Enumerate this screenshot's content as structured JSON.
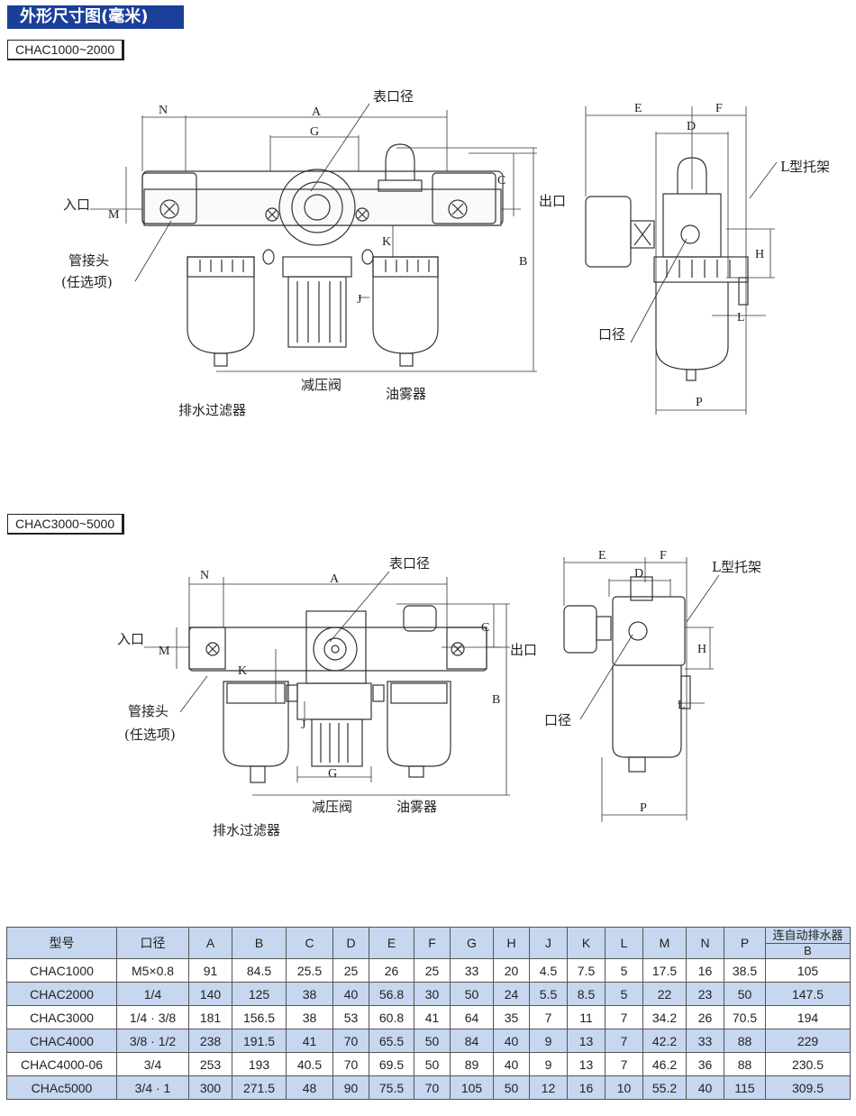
{
  "header": {
    "title": "外形尺寸图(毫米)"
  },
  "sections": [
    {
      "series_label": "CHAC1000~2000",
      "front_labels": {
        "gauge_port": "表口径",
        "inlet": "入口",
        "outlet": "出口",
        "fitting_line1": "管接头",
        "fitting_line2": "(任选项)",
        "regulator": "减压阀",
        "lubricator": "油雾器",
        "drain_filter": "排水过滤器"
      },
      "front_dims": {
        "N": "N",
        "A": "A",
        "G": "G",
        "C": "C",
        "B": "B",
        "M": "M",
        "K": "K",
        "J": "J"
      },
      "side_labels": {
        "bracket": "L型托架",
        "port": "口径"
      },
      "side_dims": {
        "E": "E",
        "F": "F",
        "D": "D",
        "H": "H",
        "L": "L",
        "P": "P"
      }
    },
    {
      "series_label": "CHAC3000~5000",
      "front_labels": {
        "gauge_port": "表口径",
        "inlet": "入口",
        "outlet": "出口",
        "fitting_line1": "管接头",
        "fitting_line2": "(任选项)",
        "regulator": "减压阀",
        "lubricator": "油雾器",
        "drain_filter": "排水过滤器"
      },
      "front_dims": {
        "N": "N",
        "A": "A",
        "G": "G",
        "C": "C",
        "B": "B",
        "M": "M",
        "K": "K",
        "J": "J"
      },
      "side_labels": {
        "bracket": "L型托架",
        "port": "口径"
      },
      "side_dims": {
        "E": "E",
        "F": "F",
        "D": "D",
        "H": "H",
        "L": "L",
        "P": "P"
      }
    }
  ],
  "table": {
    "headers": [
      "型号",
      "口径",
      "A",
      "B",
      "C",
      "D",
      "E",
      "F",
      "G",
      "H",
      "J",
      "K",
      "L",
      "M",
      "N",
      "P"
    ],
    "auto_drain_header": "连自动排水器",
    "auto_drain_sub": "B",
    "rows": [
      [
        "CHAC1000",
        "M5×0.8",
        "91",
        "84.5",
        "25.5",
        "25",
        "26",
        "25",
        "33",
        "20",
        "4.5",
        "7.5",
        "5",
        "17.5",
        "16",
        "38.5",
        "105"
      ],
      [
        "CHAC2000",
        "1/4",
        "140",
        "125",
        "38",
        "40",
        "56.8",
        "30",
        "50",
        "24",
        "5.5",
        "8.5",
        "5",
        "22",
        "23",
        "50",
        "147.5"
      ],
      [
        "CHAC3000",
        "1/4 · 3/8",
        "181",
        "156.5",
        "38",
        "53",
        "60.8",
        "41",
        "64",
        "35",
        "7",
        "11",
        "7",
        "34.2",
        "26",
        "70.5",
        "194"
      ],
      [
        "CHAC4000",
        "3/8 · 1/2",
        "238",
        "191.5",
        "41",
        "70",
        "65.5",
        "50",
        "84",
        "40",
        "9",
        "13",
        "7",
        "42.2",
        "33",
        "88",
        "229"
      ],
      [
        "CHAC4000-06",
        "3/4",
        "253",
        "193",
        "40.5",
        "70",
        "69.5",
        "50",
        "89",
        "40",
        "9",
        "13",
        "7",
        "46.2",
        "36",
        "88",
        "230.5"
      ],
      [
        "CHAc5000",
        "3/4 · 1",
        "300",
        "271.5",
        "48",
        "90",
        "75.5",
        "70",
        "105",
        "50",
        "12",
        "16",
        "10",
        "55.2",
        "40",
        "115",
        "309.5"
      ]
    ]
  }
}
